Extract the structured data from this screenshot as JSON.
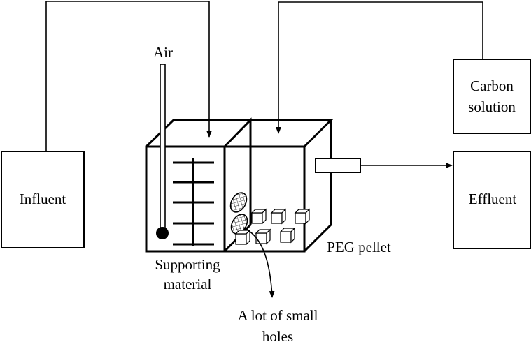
{
  "labels": {
    "influent": "Influent",
    "carbon_line1": "Carbon",
    "carbon_line2": "solution",
    "effluent": "Effluent",
    "air": "Air",
    "supporting_line1": "Supporting",
    "supporting_line2": "material",
    "peg_pellet": "PEG pellet",
    "holes_line1": "A lot of small",
    "holes_line2": "holes"
  },
  "icons": {
    "arrow": "arrowhead",
    "peg_pellet": "cube",
    "hole": "cross-hatched-ellipse"
  }
}
